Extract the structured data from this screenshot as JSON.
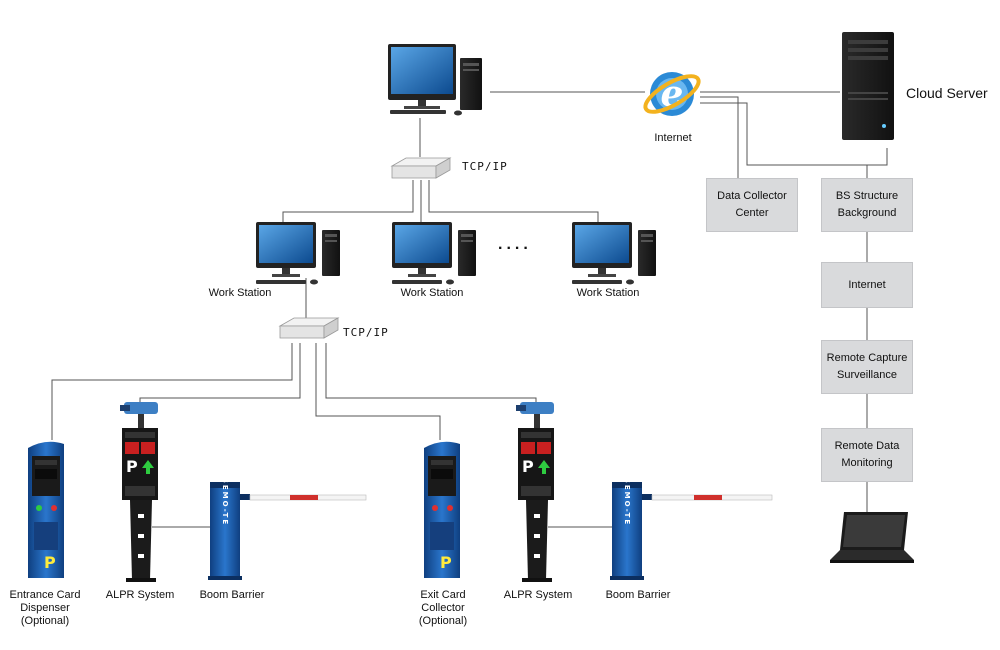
{
  "labels": {
    "cloud_server": "Cloud Server",
    "internet_icon": "Internet",
    "tcp_top": "TCP/IP",
    "tcp_mid": "TCP/IP",
    "work_station_1": "Work Station",
    "work_station_2": "Work Station",
    "work_station_3": "Work Station",
    "dots": "....",
    "entrance_line1": "Entrance Card",
    "entrance_line2": "Dispenser",
    "entrance_line3": "(Optional)",
    "alpr_1": "ALPR System",
    "boom_1": "Boom Barrier",
    "exit_line1": "Exit Card",
    "exit_line2": "Collector",
    "exit_line3": "(Optional)",
    "alpr_2": "ALPR System",
    "boom_2": "Boom Barrier"
  },
  "boxes": {
    "data_collector_l1": "Data Collector",
    "data_collector_l2": "Center",
    "bs_structure_l1": "BS Structure",
    "bs_structure_l2": "Background",
    "internet": "Internet",
    "remote_capture_l1": "Remote Capture",
    "remote_capture_l2": "Surveillance",
    "remote_data_l1": "Remote Data",
    "remote_data_l2": "Monitoring"
  },
  "device_text": {
    "barrier_vertical": "SEMO-TE"
  },
  "colors": {
    "line": "#555555",
    "box_fill": "#d9dadc",
    "monitor_screen": "#1e6fb5",
    "kiosk_blue": "#1d5fb0",
    "barrier_arm_red": "#d0302c"
  }
}
